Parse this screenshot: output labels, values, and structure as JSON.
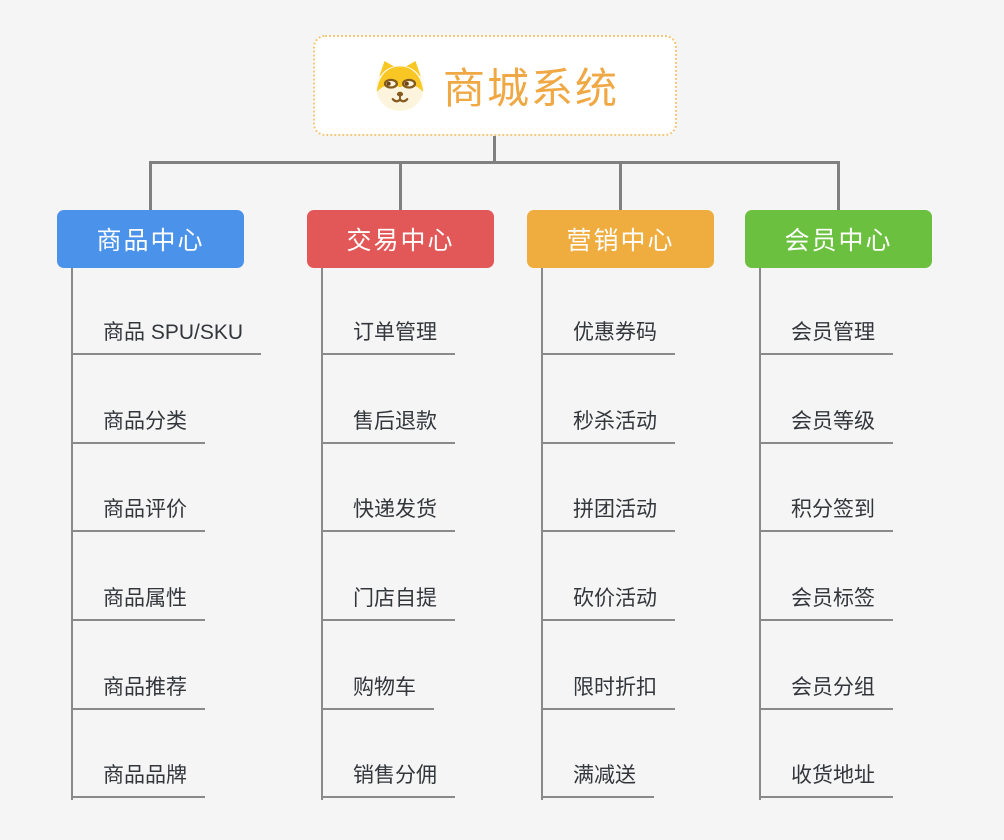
{
  "root": {
    "label": "商城系统",
    "icon": "shiba-dog-icon",
    "text_color": "#EFA843",
    "border_color": "#F3C679",
    "background": "#FFFFFF"
  },
  "branches": [
    {
      "label": "商品中心",
      "color": "#4B92EA",
      "children": [
        "商品 SPU/SKU",
        "商品分类",
        "商品评价",
        "商品属性",
        "商品推荐",
        "商品品牌"
      ]
    },
    {
      "label": "交易中心",
      "color": "#E25858",
      "children": [
        "订单管理",
        "售后退款",
        "快递发货",
        "门店自提",
        "购物车",
        "销售分佣"
      ]
    },
    {
      "label": "营销中心",
      "color": "#EFAC3F",
      "children": [
        "优惠券码",
        "秒杀活动",
        "拼团活动",
        "砍价活动",
        "限时折扣",
        "满减送"
      ]
    },
    {
      "label": "会员中心",
      "color": "#6CC040",
      "children": [
        "会员管理",
        "会员等级",
        "积分签到",
        "会员标签",
        "会员分组",
        "收货地址"
      ]
    }
  ],
  "colors": {
    "background": "#F5F5F5",
    "connector": "#808080",
    "trunk_line": "#8A8A8A",
    "child_text": "#33363B",
    "branch_text": "#FFFFFF"
  }
}
